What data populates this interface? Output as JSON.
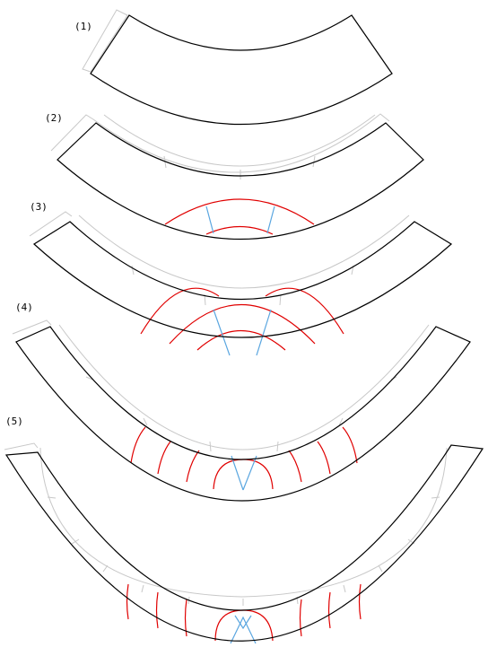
{
  "colors": {
    "outline": "#000000",
    "guide": "#c8c8c8",
    "red": "#e00000",
    "blue": "#5aa6e0",
    "background": "#ffffff"
  },
  "steps": [
    {
      "label": "(1)"
    },
    {
      "label": "(2)"
    },
    {
      "label": "(3)"
    },
    {
      "label": "(4)"
    },
    {
      "label": "(5)"
    }
  ]
}
